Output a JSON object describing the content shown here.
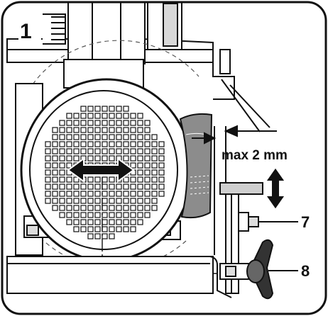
{
  "figure": {
    "number": "1",
    "callouts": {
      "gap_label": "max 2 mm",
      "part_7": "7",
      "part_8": "8"
    },
    "colors": {
      "ink": "#111111",
      "grey_shield": "#8c8c8c",
      "light_grey": "#cfcfcf"
    }
  }
}
